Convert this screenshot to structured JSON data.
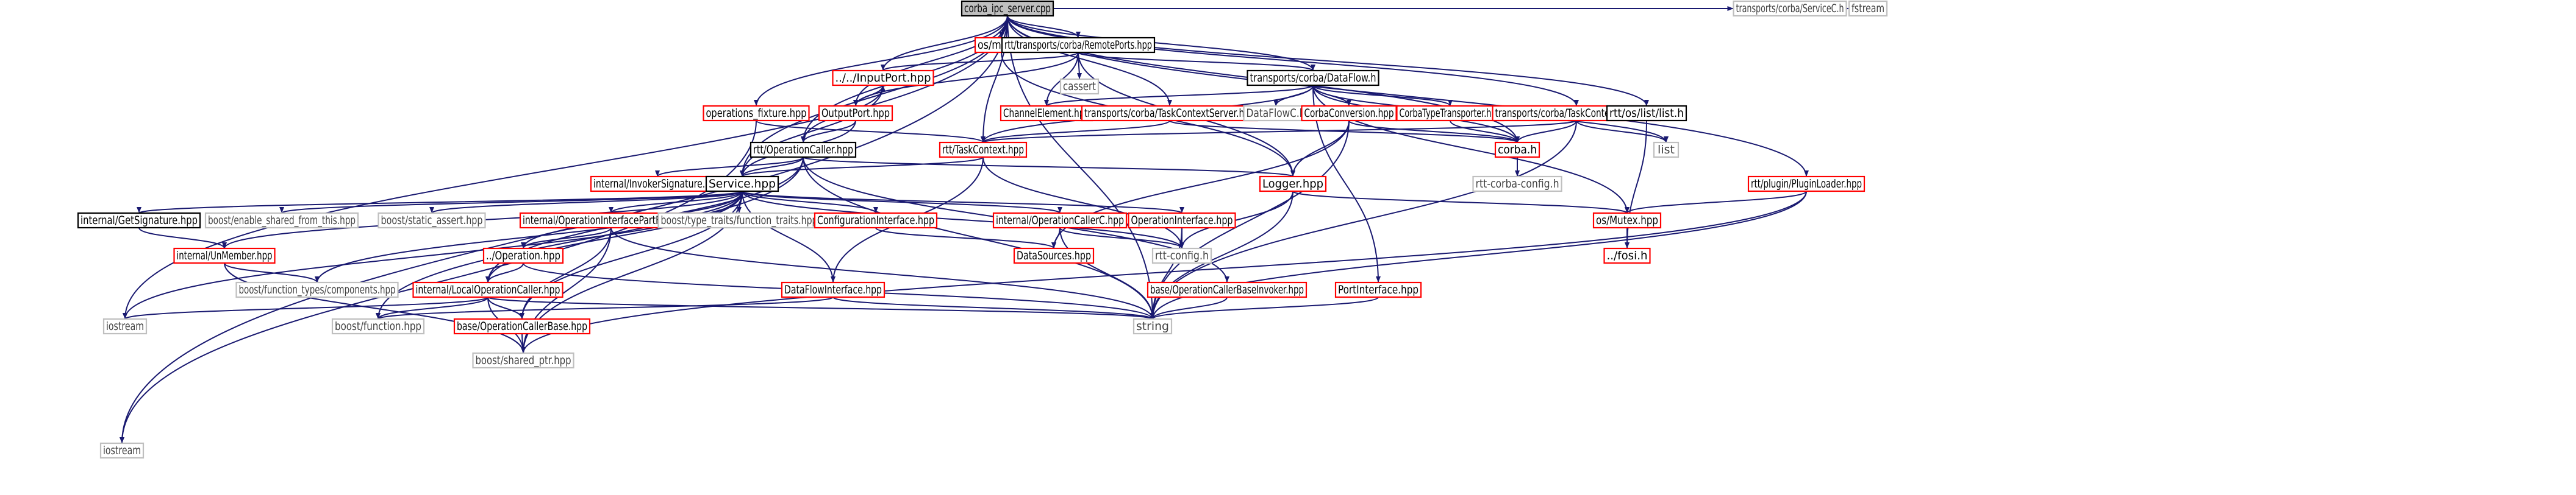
{
  "diagram": {
    "type": "include-dependency-graph",
    "colors": {
      "edge": "#191970",
      "root_fill": "#bfbfbf",
      "documented_border": "#000000",
      "undocumented_border": "#ff0000",
      "external_border": "#bfbfbf",
      "external_text": "#404040"
    },
    "nodes": [
      {
        "id": "root",
        "label": "corba_ipc_server.cpp",
        "kind": "root"
      },
      {
        "id": "osmain",
        "label": "os/main.h",
        "kind": "red"
      },
      {
        "id": "remoteports",
        "label": "rtt/transports/corba/RemotePorts.hpp",
        "kind": "black"
      },
      {
        "id": "iostream",
        "label": "iostream",
        "kind": "gray"
      },
      {
        "id": "inputport",
        "label": "../../InputPort.hpp",
        "kind": "red"
      },
      {
        "id": "outputport",
        "label": "OutputPort.hpp",
        "kind": "red"
      },
      {
        "id": "cassert",
        "label": "cassert",
        "kind": "gray"
      },
      {
        "id": "dataflow",
        "label": "transports/corba/DataFlow.h",
        "kind": "black"
      },
      {
        "id": "operationsfixture",
        "label": "operations_fixture.hpp",
        "kind": "red"
      },
      {
        "id": "channelelement",
        "label": "ChannelElement.hpp",
        "kind": "red"
      },
      {
        "id": "taskcontextserver",
        "label": "transports/corba/TaskContextServer.hpp",
        "kind": "red"
      },
      {
        "id": "dataflowc",
        "label": "DataFlowC.h",
        "kind": "gray"
      },
      {
        "id": "corbaconversion",
        "label": "CorbaConversion.hpp",
        "kind": "red"
      },
      {
        "id": "corbatypetransporter",
        "label": "CorbaTypeTransporter.hpp",
        "kind": "red"
      },
      {
        "id": "taskcontextproxy",
        "label": "transports/corba/TaskContextProxy.hpp",
        "kind": "red"
      },
      {
        "id": "rttoslistlist",
        "label": "rtt/os/list/list.h",
        "kind": "black"
      },
      {
        "id": "servicec",
        "label": "transports/corba/ServiceC.h",
        "kind": "gray"
      },
      {
        "id": "fstream",
        "label": "fstream",
        "kind": "gray"
      },
      {
        "id": "rttoperationcaller",
        "label": "rtt/OperationCaller.hpp",
        "kind": "black"
      },
      {
        "id": "rtttaskcontext",
        "label": "rtt/TaskContext.hpp",
        "kind": "red"
      },
      {
        "id": "corbah",
        "label": "corba.h",
        "kind": "red"
      },
      {
        "id": "list",
        "label": "list",
        "kind": "gray"
      },
      {
        "id": "rttcorbaconfig",
        "label": "rtt-corba-config.h",
        "kind": "gray"
      },
      {
        "id": "invokersignature",
        "label": "internal/InvokerSignature.hpp",
        "kind": "red"
      },
      {
        "id": "service",
        "label": "Service.hpp",
        "kind": "black"
      },
      {
        "id": "logger",
        "label": "Logger.hpp",
        "kind": "red"
      },
      {
        "id": "pluginloader",
        "label": "rtt/plugin/PluginLoader.hpp",
        "kind": "red"
      },
      {
        "id": "getsignature",
        "label": "internal/GetSignature.hpp",
        "kind": "black"
      },
      {
        "id": "enableshared",
        "label": "boost/enable_shared_from_this.hpp",
        "kind": "gray"
      },
      {
        "id": "staticassert",
        "label": "boost/static_assert.hpp",
        "kind": "gray"
      },
      {
        "id": "operationinterfacepartfused",
        "label": "internal/OperationInterfacePartFused.hpp",
        "kind": "red"
      },
      {
        "id": "functiontraits",
        "label": "boost/type_traits/function_traits.hpp",
        "kind": "gray"
      },
      {
        "id": "configurationinterface",
        "label": "ConfigurationInterface.hpp",
        "kind": "red"
      },
      {
        "id": "operationcallerc",
        "label": "internal/OperationCallerC.hpp",
        "kind": "red"
      },
      {
        "id": "operationinterface",
        "label": "OperationInterface.hpp",
        "kind": "red"
      },
      {
        "id": "osmutex",
        "label": "os/Mutex.hpp",
        "kind": "red"
      },
      {
        "id": "unmember",
        "label": "internal/UnMember.hpp",
        "kind": "red"
      },
      {
        "id": "operation",
        "label": "../Operation.hpp",
        "kind": "red"
      },
      {
        "id": "datasources",
        "label": "DataSources.hpp",
        "kind": "red"
      },
      {
        "id": "rttconfig",
        "label": "rtt-config.h",
        "kind": "gray"
      },
      {
        "id": "fosi",
        "label": "../fosi.h",
        "kind": "red"
      },
      {
        "id": "functiontypes",
        "label": "boost/function_types/components.hpp",
        "kind": "gray"
      },
      {
        "id": "localoperationcaller",
        "label": "internal/LocalOperationCaller.hpp",
        "kind": "red"
      },
      {
        "id": "dataflowinterface",
        "label": "DataFlowInterface.hpp",
        "kind": "red"
      },
      {
        "id": "operationcallerbaseinvoker",
        "label": "base/OperationCallerBaseInvoker.hpp",
        "kind": "red"
      },
      {
        "id": "portinterface",
        "label": "PortInterface.hpp",
        "kind": "red"
      },
      {
        "id": "iostream2",
        "label": "iostream",
        "kind": "gray"
      },
      {
        "id": "boostfunction",
        "label": "boost/function.hpp",
        "kind": "gray"
      },
      {
        "id": "operationcallerbase",
        "label": "base/OperationCallerBase.hpp",
        "kind": "red"
      },
      {
        "id": "string",
        "label": "string",
        "kind": "gray"
      },
      {
        "id": "sharedptr",
        "label": "boost/shared_ptr.hpp",
        "kind": "gray"
      }
    ]
  }
}
